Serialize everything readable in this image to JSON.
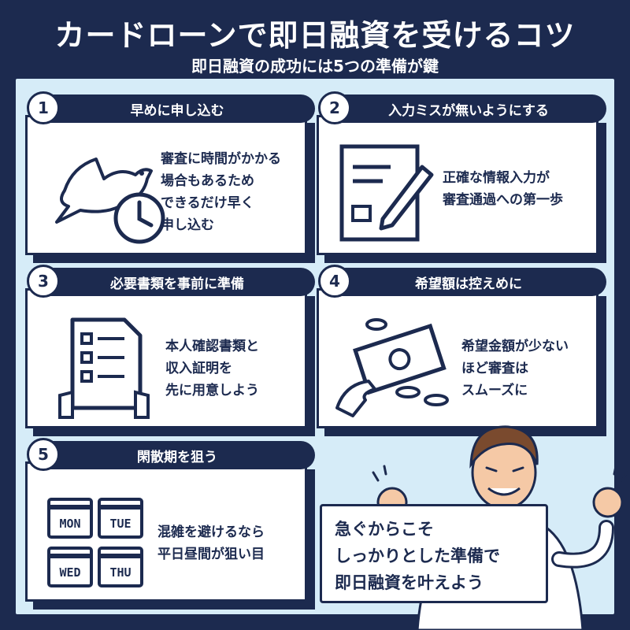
{
  "header": {
    "title": "カードローンで即日融資を受けるコツ",
    "subtitle": "即日融資の成功には5つの準備が鍵"
  },
  "cards": [
    {
      "num": "1",
      "title": "早めに申し込む",
      "lines": [
        "審査に時間がかかる",
        "場合もあるため",
        "できるだけ早く",
        "申し込む"
      ],
      "icon": "bird-clock-icon"
    },
    {
      "num": "2",
      "title": "入力ミスが無いようにする",
      "lines": [
        "正確な情報入力が",
        "審査通過への第一歩"
      ],
      "icon": "form-pencil-icon"
    },
    {
      "num": "3",
      "title": "必要書類を事前に準備",
      "lines": [
        "本人確認書類と",
        "収入証明を",
        "先に用意しよう"
      ],
      "icon": "document-checklist-icon"
    },
    {
      "num": "4",
      "title": "希望額は控えめに",
      "lines": [
        "希望金額が少ない",
        "ほど審査は",
        "スムーズに"
      ],
      "icon": "money-coins-icon"
    },
    {
      "num": "5",
      "title": "閑散期を狙う",
      "lines": [
        "混雑を避けるなら",
        "平日昼間が狙い目"
      ],
      "icon": "calendar-weekdays-icon",
      "days": [
        "MON",
        "TUE",
        "WED",
        "THU"
      ]
    }
  ],
  "callout": {
    "lines": [
      "急ぐからこそ",
      "しっかりとした準備で",
      "即日融資を叶えよう"
    ]
  },
  "colors": {
    "navy": "#1c2a4f",
    "panel": "#d6ecf8",
    "white": "#ffffff"
  }
}
